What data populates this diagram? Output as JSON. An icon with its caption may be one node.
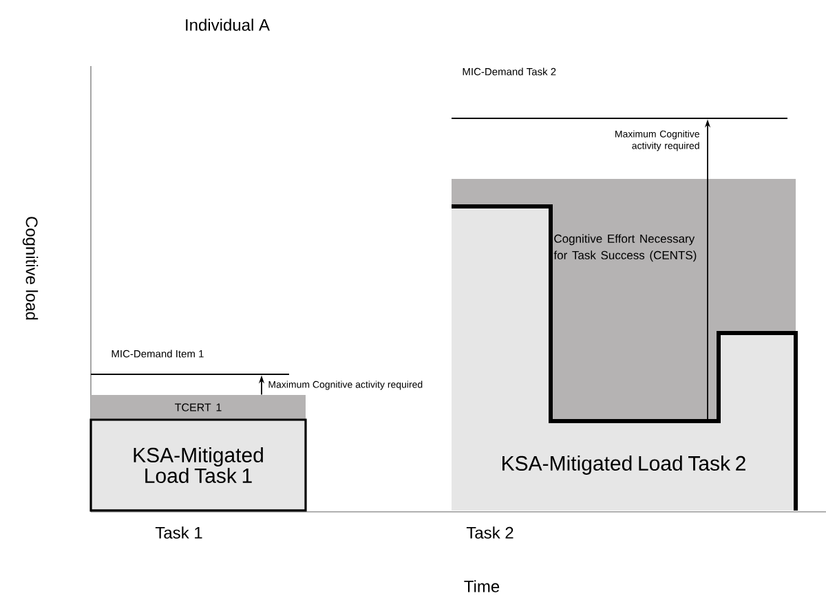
{
  "diagram": {
    "nodes": [
      {
        "text": [
          "TCERT 1"
        ]
      },
      {
        "text": [
          "KSA-Mitigated Load Task 1"
        ]
      },
      {
        "text": [],
        "shape": "bar"
      },
      {
        "text": [
          "Cognitive Effort Necessary for Task Success (CENTS)"
        ]
      },
      {
        "text": [
          "KSA-Mitigated Load Task 2"
        ],
        "in": 3
      },
      {
        "text": [],
        "shape": "bar"
      }
    ],
    "edges": [
      {
        "from": 0,
        "to": 2,
        "arrow": "to",
        "label": "Maximum Cognitive activity required"
      },
      {
        "from": 4,
        "to": 5,
        "arrow": "to",
        "label": "Maximum Cognitive activity required"
      }
    ],
    "labels": [
      "Individual A",
      "MIC-Demand Task 2",
      "Cognitive load",
      "MIC-Demand Item 1",
      "Task 1",
      "Task 2",
      "Time"
    ]
  }
}
